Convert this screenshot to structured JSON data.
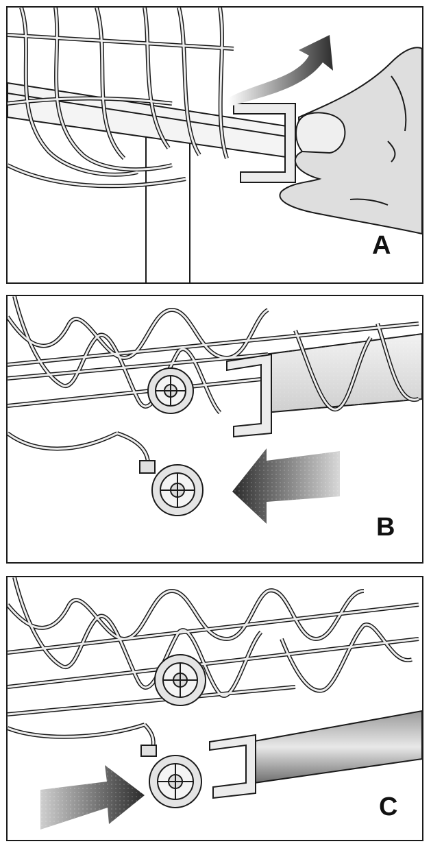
{
  "steps": [
    {
      "label": "A"
    },
    {
      "label": "B"
    },
    {
      "label": "C"
    }
  ],
  "colors": {
    "outline": "#1a1a1a",
    "wire_fill": "#ededed",
    "skin": "#dcdcdc",
    "arrow_dark": "#3a3a3a",
    "rail_light": "#e6e6e6",
    "rail_dark": "#8a8a8a"
  }
}
